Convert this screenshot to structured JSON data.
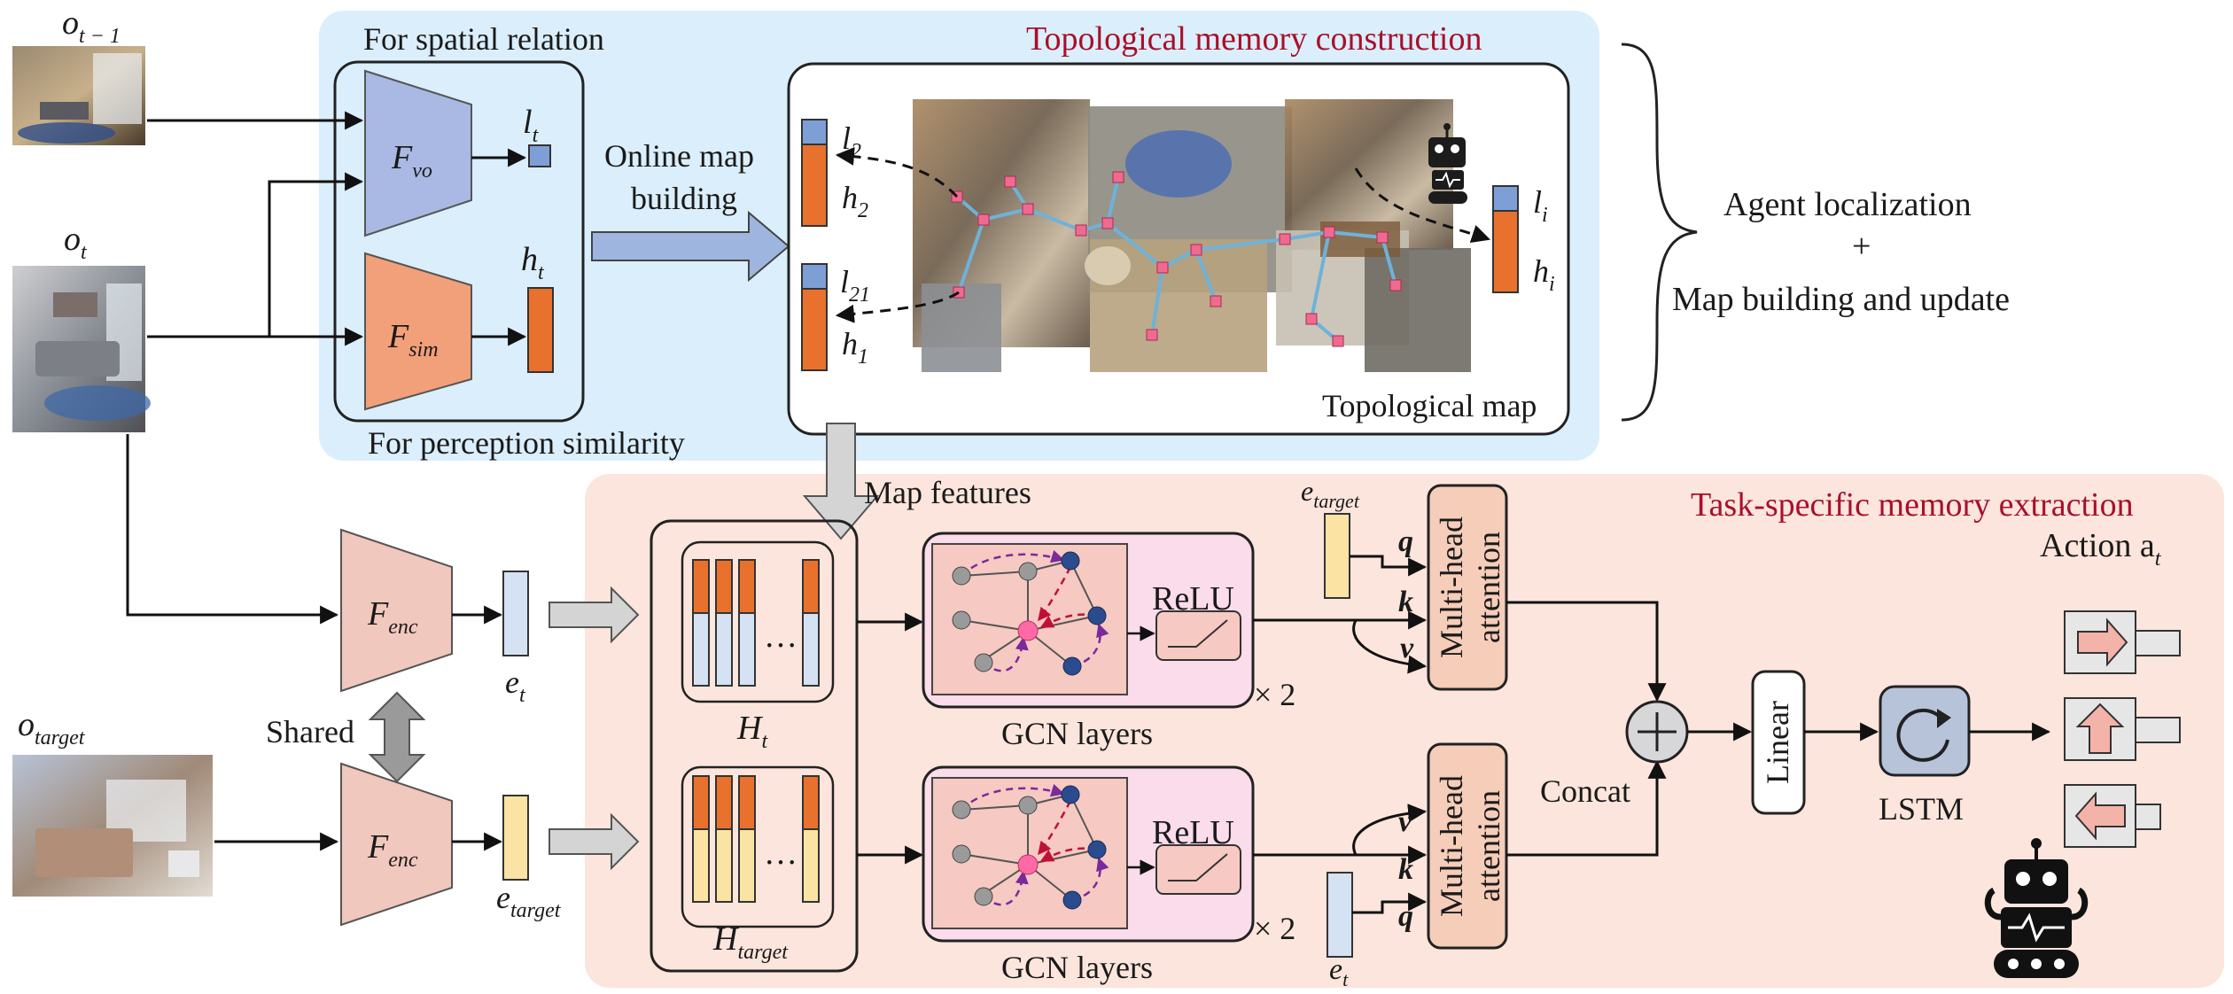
{
  "inputs": {
    "obs_prev": "o",
    "obs_prev_sub": "t − 1",
    "obs_curr": "o",
    "obs_curr_sub": "t",
    "obs_target": "o",
    "obs_target_sub": "target"
  },
  "perception": {
    "spatial_title": "For spatial relation",
    "similarity_title": "For perception similarity",
    "fvo": "F",
    "fvo_sub": "vo",
    "fsim": "F",
    "fsim_sub": "sim",
    "lt": "l",
    "lt_sub": "t",
    "ht": "h",
    "ht_sub": "t"
  },
  "online_map": {
    "line1": "Online map",
    "line2": "building"
  },
  "topo": {
    "title": "Topological memory construction",
    "map_label": "Topological map",
    "l2": "l",
    "l2_sub": "2",
    "h2": "h",
    "h2_sub": "2",
    "l21": "l",
    "l21_sub": "21",
    "h1": "h",
    "h1_sub": "1",
    "li": "l",
    "li_sub": "i",
    "hi": "h",
    "hi_sub": "i"
  },
  "agent_side": {
    "line1": "Agent localization",
    "plus": "+",
    "line2": "Map building and update"
  },
  "task": {
    "title": "Task-specific memory extraction",
    "map_features": "Map features",
    "fenc": "F",
    "fenc_sub": "enc",
    "shared": "Shared",
    "et": "e",
    "et_sub": "t",
    "etarget": "e",
    "etarget_sub": "target",
    "Ht": "H",
    "Ht_sub": "t",
    "Htarget": "H",
    "Htarget_sub": "target",
    "dots": "…",
    "gcn_label": "GCN layers",
    "relu": "ReLU",
    "times2": "× 2",
    "q": "q",
    "k": "k",
    "v": "v",
    "mha_line1": "Multi-head",
    "mha_line2": "attention",
    "concat": "Concat",
    "linear": "Linear",
    "lstm": "LSTM",
    "action": "Action a",
    "action_sub": "t"
  },
  "colors": {
    "blue_panel": "#dbeefb",
    "peach_panel": "#fce5dc",
    "fvo": "#a9b9e3",
    "fsim": "#f2a07a",
    "orange_bar": "#e8712e",
    "blue_bar": "#7d9fd6",
    "fenc": "#f0c8bd",
    "e_blue": "#d5e2f3",
    "e_yellow": "#fbe3a3",
    "mha": "#f5cdb8",
    "title_red": "#a8102a"
  }
}
